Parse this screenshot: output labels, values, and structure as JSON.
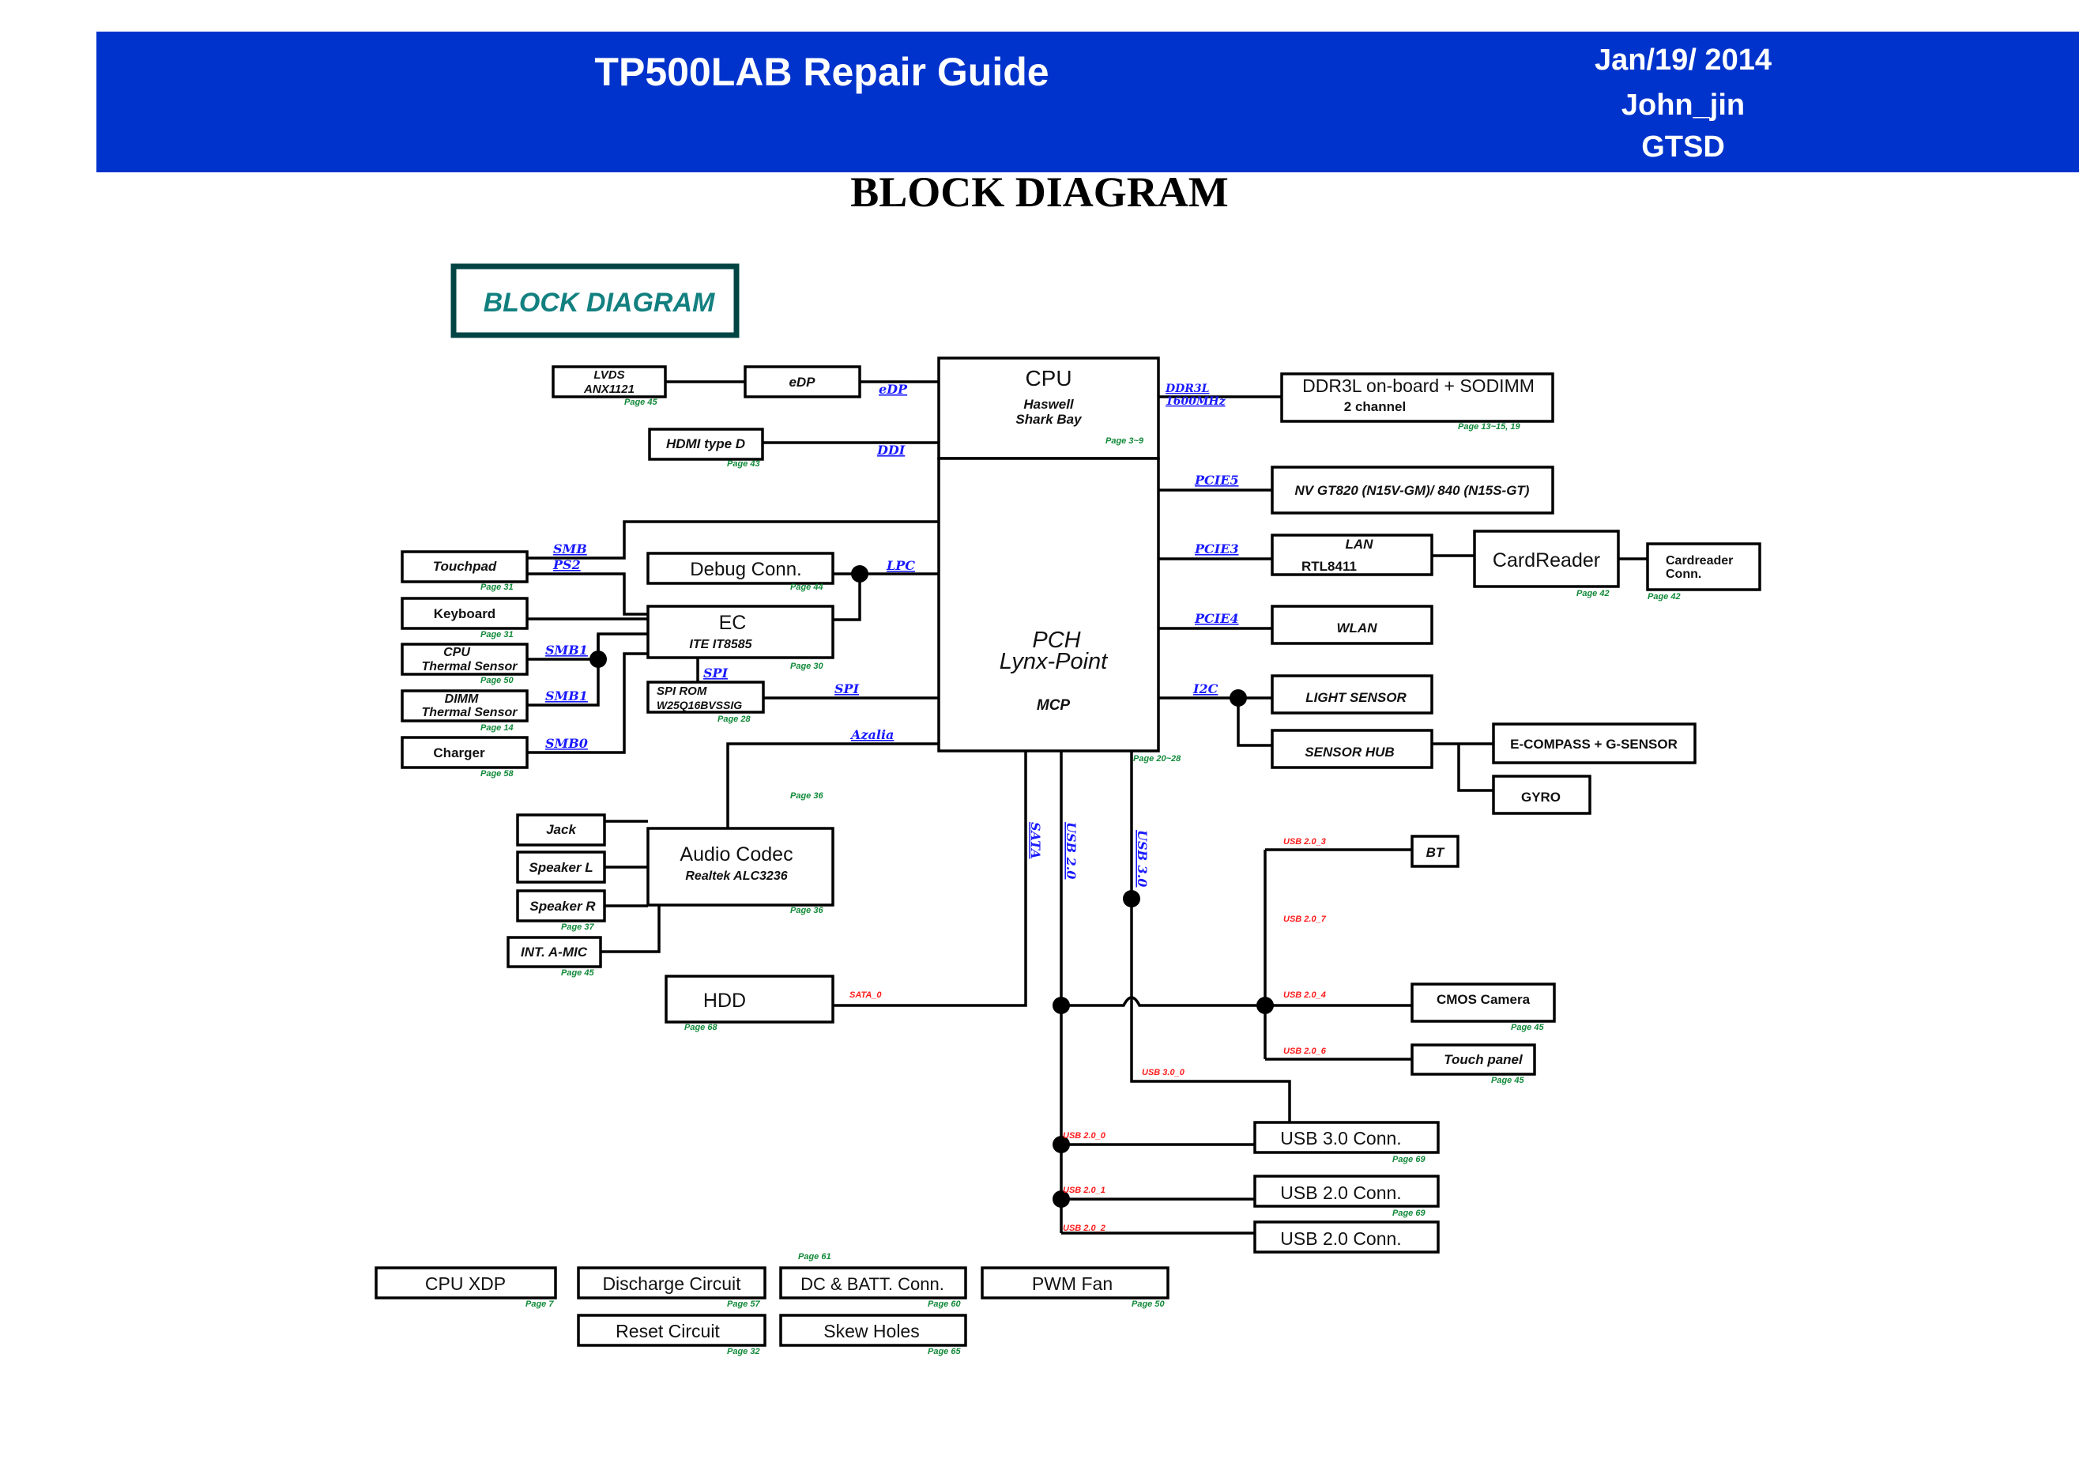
{
  "header": {
    "title": "TP500LAB Repair Guide",
    "date": "Jan/19/ 2014",
    "author": "John_jin",
    "dept": "GTSD",
    "banner_color": "#0033cc"
  },
  "page_heading": "BLOCK DIAGRAM",
  "diagram_title": "BLOCK DIAGRAM",
  "colors": {
    "bus_label": "#1a1aff",
    "usb_label": "#ff1a1a",
    "page_ref": "#128a3a",
    "title_box_border": "#004444",
    "title_box_text": "#138080"
  },
  "blocks": {
    "cpu": {
      "title": "CPU",
      "line1": "Haswell",
      "line2": "Shark Bay",
      "page": "Page 3~9"
    },
    "pch": {
      "title": "PCH",
      "line1": "Lynx-Point",
      "line2": "MCP",
      "page": "Page 20~28"
    },
    "lvds": {
      "line1": "LVDS",
      "line2": "ANX1121",
      "page": "Page 45"
    },
    "edp": {
      "label": "eDP"
    },
    "hdmi": {
      "label": "HDMI type D",
      "page": "Page 43"
    },
    "ddr": {
      "line1": "DDR3L on-board + SODIMM",
      "line2": "2 channel",
      "page": "Page 13~15, 19"
    },
    "gpu": {
      "label": "NV GT820 (N15V-GM)/ 840 (N15S-GT)"
    },
    "lan": {
      "line1": "LAN",
      "line2": "RTL8411"
    },
    "cardreader": {
      "label": "CardReader",
      "page": "Page 42"
    },
    "cardreader_conn": {
      "line1": "Cardreader",
      "line2": "Conn.",
      "page": "Page 42"
    },
    "wlan": {
      "label": "WLAN"
    },
    "light_sensor": {
      "label": "LIGHT SENSOR"
    },
    "sensor_hub": {
      "label": "SENSOR HUB"
    },
    "ecompass": {
      "label": "E-COMPASS + G-SENSOR"
    },
    "gyro": {
      "label": "GYRO"
    },
    "touchpad": {
      "label": "Touchpad",
      "page": "Page 31"
    },
    "keyboard": {
      "label": "Keyboard",
      "page": "Page 31"
    },
    "cpu_thermal": {
      "line1": "CPU",
      "line2": "Thermal Sensor",
      "page": "Page 50"
    },
    "dimm_thermal": {
      "line1": "DIMM",
      "line2": "Thermal Sensor",
      "page": "Page 14"
    },
    "charger": {
      "label": "Charger",
      "page": "Page 58"
    },
    "debug": {
      "label": "Debug Conn.",
      "page": "Page 44"
    },
    "ec": {
      "title": "EC",
      "line1": "ITE IT8585",
      "page": "Page 30"
    },
    "spi_rom": {
      "line1": "SPI ROM",
      "line2": "W25Q16BVSSIG",
      "page": "Page 28"
    },
    "audio": {
      "title": "Audio Codec",
      "line1": "Realtek ALC3236",
      "page": "Page 36",
      "page_top": "Page 36"
    },
    "jack": {
      "label": "Jack"
    },
    "speaker_l": {
      "label": "Speaker L"
    },
    "speaker_r": {
      "label": "Speaker R",
      "page": "Page 37"
    },
    "amic": {
      "label": "INT. A-MIC",
      "page": "Page 45"
    },
    "hdd": {
      "label": "HDD",
      "page": "Page 68"
    },
    "bt": {
      "label": "BT"
    },
    "cmos": {
      "label": "CMOS Camera",
      "page": "Page 45"
    },
    "touch_panel": {
      "label": "Touch panel",
      "page": "Page 45"
    },
    "usb3_conn": {
      "label": "USB 3.0 Conn.",
      "page": "Page 69"
    },
    "usb2_conn_1": {
      "label": "USB 2.0 Conn.",
      "page": "Page 69"
    },
    "usb2_conn_2": {
      "label": "USB 2.0 Conn."
    },
    "cpu_xdp": {
      "label": "CPU XDP",
      "page": "Page 7"
    },
    "discharge": {
      "label": "Discharge Circuit",
      "page": "Page 57"
    },
    "dc_batt": {
      "label": "DC & BATT. Conn.",
      "page": "Page 60",
      "page_top": "Page 61"
    },
    "pwm_fan": {
      "label": "PWM Fan",
      "page": "Page 50"
    },
    "reset": {
      "label": "Reset Circuit",
      "page": "Page 32"
    },
    "skew": {
      "label": "Skew Holes",
      "page": "Page 65"
    }
  },
  "buses": {
    "edp": "eDP",
    "ddi": "DDI",
    "ddr_1": "DDR3L",
    "ddr_2": "1600MHz",
    "pcie_gpu": "PCIE5",
    "pcie_lan": "PCIE3",
    "pcie_wlan": "PCIE4",
    "i2c": "I2C",
    "smb": "SMB",
    "ps2": "PS2",
    "lpc": "LPC",
    "smb1_a": "SMB1",
    "smb1_b": "SMB1",
    "smb0": "SMB0",
    "spi_ec": "SPI",
    "spi_pch": "SPI",
    "azalia": "Azalia",
    "sata": "SATA",
    "usb20": "USB 2.0",
    "usb30": "USB 3.0"
  },
  "usb_ports": {
    "sata0": "SATA_0",
    "bt": "USB 2.0_3",
    "p7": "USB 2.0_7",
    "cmos": "USB 2.0_4",
    "touch": "USB 2.0_6",
    "usb3_0": "USB 3.0_0",
    "u20_0": "USB 2.0_0",
    "u20_1": "USB 2.0_1",
    "u20_2": "USB 2.0_2"
  }
}
